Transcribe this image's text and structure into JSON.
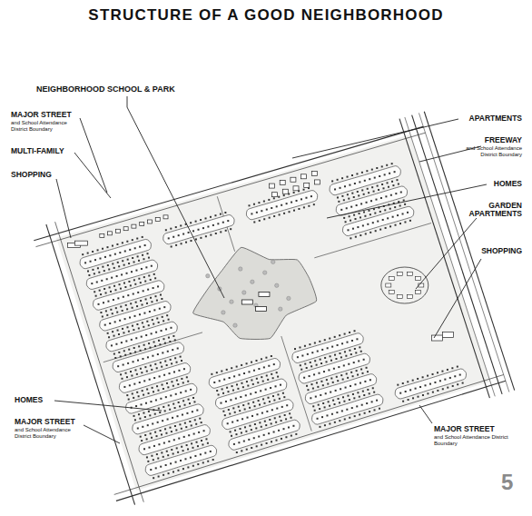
{
  "diagram": {
    "title": "STRUCTURE OF A GOOD NEIGHBORHOOD",
    "labels": [
      "NEIGHBORHOOD SCHOOL & PARK",
      "MAJOR STREET",
      "and School Attendance District Boundary",
      "MULTI-FAMILY",
      "SHOPPING",
      "APARTMENTS",
      "FREEWAY",
      "and School Attendance District Boundary",
      "HOMES",
      "GARDEN APARTMENTS",
      "SHOPPING",
      "HOMES",
      "MAJOR STREET",
      "and School Attendance District Boundary",
      "MAJOR STREET",
      "and School Attendance District Boundary",
      "5"
    ]
  }
}
